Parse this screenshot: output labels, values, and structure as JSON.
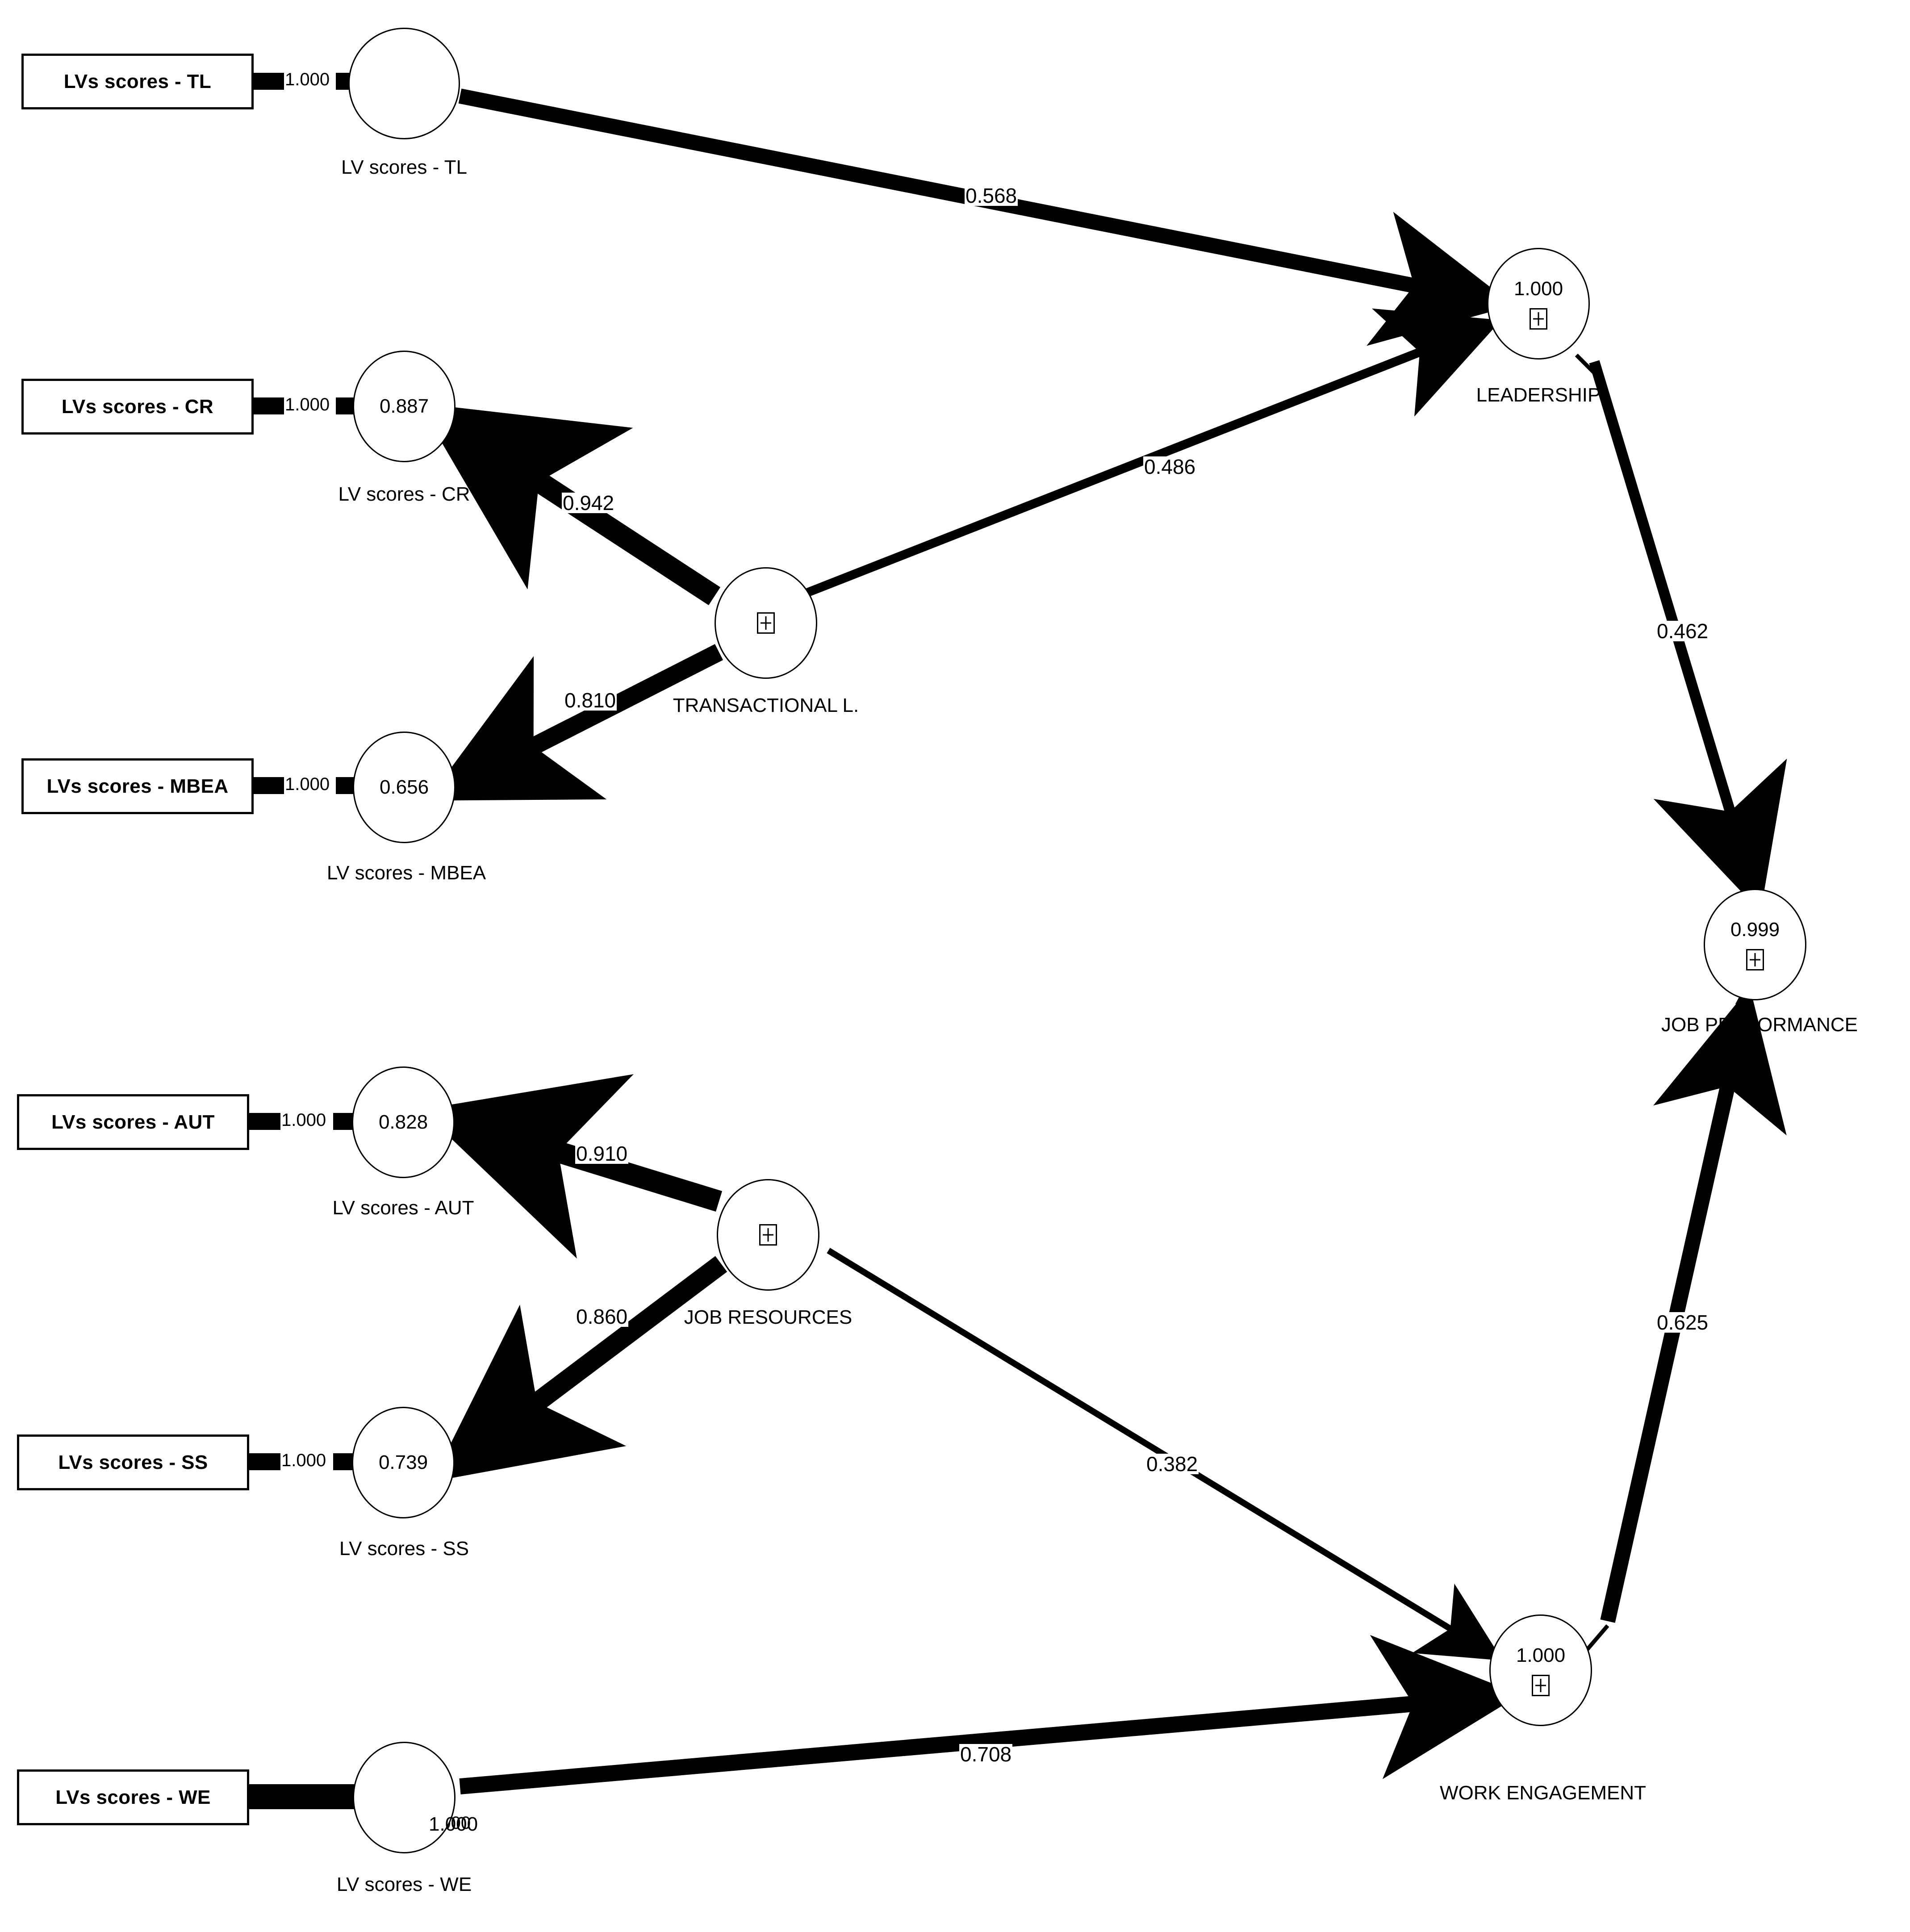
{
  "diagram": {
    "type": "pls-sem-path-model",
    "indicators": [
      {
        "id": "ind-tl",
        "label": "LVs scores - TL"
      },
      {
        "id": "ind-cr",
        "label": "LVs scores - CR"
      },
      {
        "id": "ind-mbea",
        "label": "LVs scores - MBEA"
      },
      {
        "id": "ind-aut",
        "label": "LVs scores - AUT"
      },
      {
        "id": "ind-ss",
        "label": "LVs scores - SS"
      },
      {
        "id": "ind-we",
        "label": "LVs scores - WE"
      }
    ],
    "constructs": [
      {
        "id": "lv-tl",
        "caption": "LV scores - TL",
        "value": "",
        "icon": ""
      },
      {
        "id": "lv-cr",
        "caption": "LV scores - CR",
        "value": "0.887",
        "icon": ""
      },
      {
        "id": "lv-mbea",
        "caption": "LV scores - MBEA",
        "value": "0.656",
        "icon": ""
      },
      {
        "id": "lv-aut",
        "caption": "LV scores - AUT",
        "value": "0.828",
        "icon": ""
      },
      {
        "id": "lv-ss",
        "caption": "LV scores - SS",
        "value": "0.739",
        "icon": ""
      },
      {
        "id": "lv-we",
        "caption": "LV scores - WE",
        "value": "1.000",
        "icon": ""
      },
      {
        "id": "transactional",
        "caption": "TRANSACTIONAL L.",
        "value": "",
        "icon": "plus-box-icon"
      },
      {
        "id": "job-resources",
        "caption": "JOB RESOURCES",
        "value": "",
        "icon": "plus-box-icon"
      },
      {
        "id": "leadership",
        "caption": "LEADERSHIP",
        "value": "1.000",
        "icon": "plus-box-icon"
      },
      {
        "id": "job-performance",
        "caption": "JOB PERFORMANCE",
        "value": "0.999",
        "icon": "plus-box-icon"
      },
      {
        "id": "work-engagement",
        "caption": "WORK ENGAGEMENT",
        "value": "1.000",
        "icon": "plus-box-icon"
      }
    ],
    "outer_loadings": [
      {
        "from": "ind-tl",
        "to": "lv-tl",
        "value": "1.000"
      },
      {
        "from": "ind-cr",
        "to": "lv-cr",
        "value": "1.000"
      },
      {
        "from": "ind-mbea",
        "to": "lv-mbea",
        "value": "1.000"
      },
      {
        "from": "ind-aut",
        "to": "lv-aut",
        "value": "1.000"
      },
      {
        "from": "ind-ss",
        "to": "lv-ss",
        "value": "1.000"
      },
      {
        "from": "ind-we",
        "to": "lv-we",
        "value": "1.000"
      }
    ],
    "paths": [
      {
        "from": "lv-tl",
        "to": "leadership",
        "value": "0.568"
      },
      {
        "from": "transactional",
        "to": "lv-cr",
        "value": "0.942"
      },
      {
        "from": "transactional",
        "to": "lv-mbea",
        "value": "0.810"
      },
      {
        "from": "transactional",
        "to": "leadership",
        "value": "0.486"
      },
      {
        "from": "leadership",
        "to": "job-performance",
        "value": "0.462"
      },
      {
        "from": "job-resources",
        "to": "lv-aut",
        "value": "0.910"
      },
      {
        "from": "job-resources",
        "to": "lv-ss",
        "value": "0.860"
      },
      {
        "from": "job-resources",
        "to": "work-engagement",
        "value": "0.382"
      },
      {
        "from": "lv-we",
        "to": "work-engagement",
        "value": "0.708"
      },
      {
        "from": "work-engagement",
        "to": "job-performance",
        "value": "0.625"
      }
    ],
    "colors": {
      "stroke": "#000000",
      "background": "#ffffff"
    }
  }
}
